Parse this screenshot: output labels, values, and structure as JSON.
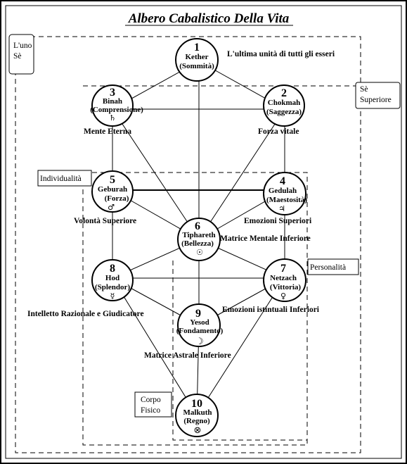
{
  "title": "Albero Cabalistico Della Vita",
  "sephiroth": [
    {
      "id": "kether",
      "number": "1",
      "name": "Kether",
      "meaning": "(Sommità)",
      "symbol": ""
    },
    {
      "id": "chokmah",
      "number": "2",
      "name": "Chokmah",
      "meaning": "(Saggezza)",
      "symbol": ""
    },
    {
      "id": "binah",
      "number": "3",
      "name": "Binah",
      "meaning": "(Comprensione)",
      "symbol": "♄"
    },
    {
      "id": "gedulah",
      "number": "4",
      "name": "Gedulah",
      "meaning": "(Maestosità)",
      "symbol": "♃"
    },
    {
      "id": "geburah",
      "number": "5",
      "name": "Geburah",
      "meaning": "(Forza)",
      "symbol": "♂"
    },
    {
      "id": "tiphareth",
      "number": "6",
      "name": "Tiphareth",
      "meaning": "(Bellezza)",
      "symbol": "☉"
    },
    {
      "id": "netzach",
      "number": "7",
      "name": "Netzach",
      "meaning": "(Vittoria)",
      "symbol": "♀"
    },
    {
      "id": "hod",
      "number": "8",
      "name": "Hod",
      "meaning": "(Splendor)",
      "symbol": "☿"
    },
    {
      "id": "yesod",
      "number": "9",
      "name": "Yesod",
      "meaning": "(Fondamento)",
      "symbol": "☽"
    },
    {
      "id": "malkuth",
      "number": "10",
      "name": "Malkuth",
      "meaning": "(Regno)",
      "symbol": "⊗"
    }
  ],
  "annotations": {
    "kether": "L'ultima unità di tutti gli esseri",
    "binah": "Mente Eterna",
    "chokmah": "Forza vitale",
    "geburah": "Volontà Superiore",
    "gedulah": "Emozioni Superiori",
    "tiphareth": "Matrice Mentale Inferiore",
    "hod": "Intelletto Razionale e Giudicatore",
    "netzach": "Emozioni istintuali Inferiori",
    "yesod": "Matrice Astrale Inferiore"
  },
  "boxes": {
    "uno_se": [
      "L'uno",
      "Sè"
    ],
    "se_superiore": [
      "Sè",
      "Superiore"
    ],
    "individualita": "Individualità",
    "personalita": "Personalità",
    "corpo_fisico": [
      "Corpo",
      "Fisico"
    ]
  }
}
